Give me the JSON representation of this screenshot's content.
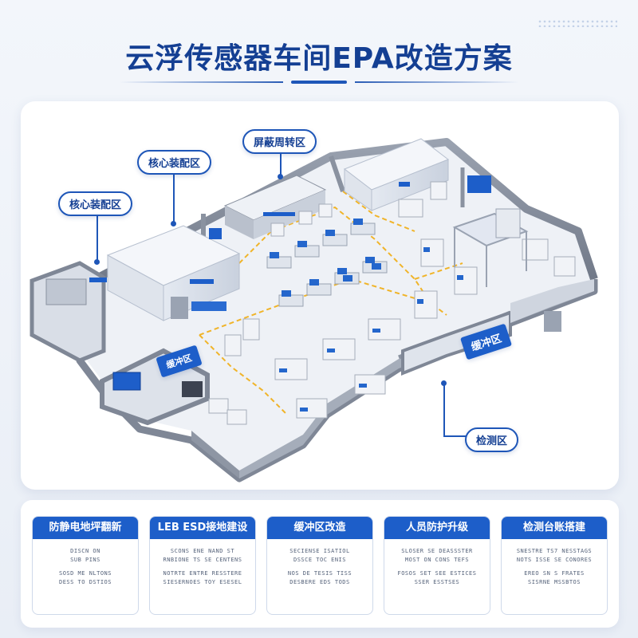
{
  "title": "云浮传感器车间EPA改造方案",
  "zones": {
    "pingbi": "屏蔽周转区",
    "hexin_upper": "核心装配区",
    "hexin_lower": "核心装配区",
    "huanchong_left": "缓冲区",
    "huanchong_right": "缓冲区",
    "jiance": "检测区"
  },
  "cards": [
    {
      "title": "防静电地坪翻新",
      "lines": [
        "DISCN ON",
        "SUB PINS",
        "SOSD ME NLTONS",
        "DESS TO DSTIOS"
      ]
    },
    {
      "title": "LEB ESD接地建设",
      "lines": [
        "SCONS ENE NAND ST",
        "RNBIONE TS SE CENTENS",
        "NOTRTE ENTRE RESSTERE",
        "SIESERNOES TOY ESESEL"
      ]
    },
    {
      "title": "缓冲区改造",
      "lines": [
        "SECIENSE ISATIOL",
        "DSSCE TOC ENIS",
        "NOS DE TESIS TISS",
        "DESBERE EDS TODS"
      ]
    },
    {
      "title": "人员防护升级",
      "lines": [
        "SLOSER SE DEASSSTER",
        "MOST ON CONS TEFS",
        "FOSOS SET SEE ESTICES",
        "SSER ESSTSES"
      ]
    },
    {
      "title": "检测台账搭建",
      "lines": [
        "SNESTRE TS7 NESSTAGS",
        "NOTS ISSE SE CONORES",
        "EREO SN S FRATES",
        "SISRNE MSSBTOS"
      ]
    }
  ],
  "colors": {
    "brand": "#1d5ec9",
    "title": "#143f93",
    "wall": "#7f8796",
    "floor": "#eef1f6",
    "line": "#f0b429"
  }
}
